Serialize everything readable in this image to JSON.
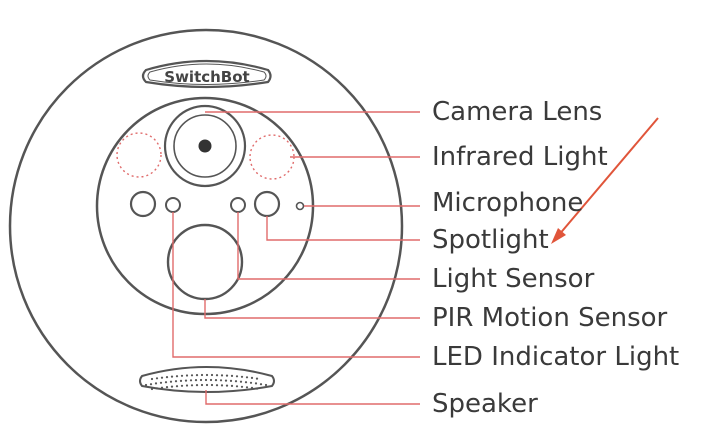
{
  "brand": "SwitchBot",
  "labels": [
    {
      "key": "camera-lens",
      "text": "Camera Lens"
    },
    {
      "key": "infrared-light",
      "text": "Infrared Light"
    },
    {
      "key": "microphone",
      "text": "Microphone"
    },
    {
      "key": "spotlight",
      "text": "Spotlight"
    },
    {
      "key": "light-sensor",
      "text": "Light Sensor"
    },
    {
      "key": "pir-motion-sensor",
      "text": "PIR Motion Sensor"
    },
    {
      "key": "led-indicator-light",
      "text": "LED Indicator Light"
    },
    {
      "key": "speaker",
      "text": "Speaker"
    }
  ],
  "colors": {
    "outline": "#555555",
    "leader_line": "#e06b6b",
    "arrow": "#e0553a",
    "label_text": "#3a3a3a"
  }
}
